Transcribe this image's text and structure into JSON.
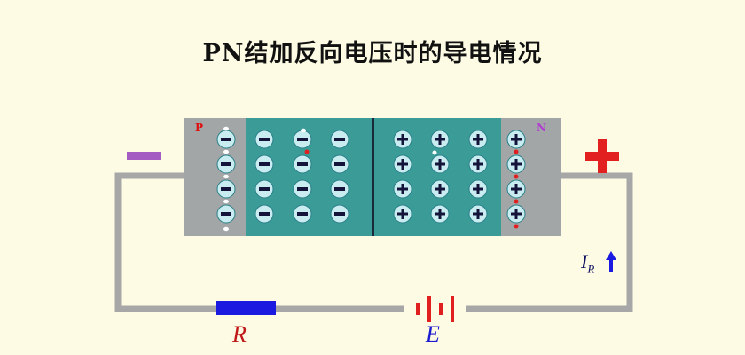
{
  "title": "PN结加反向电压时的导电情况",
  "labels": {
    "resistor": "R",
    "battery": "E",
    "current_main": "I",
    "current_sub": "R",
    "p_region": "P",
    "n_region": "N",
    "minus_terminal": "−",
    "plus_terminal": "+"
  },
  "colors": {
    "background": "#fdfbe3",
    "neutral_region": "#a2a6a6",
    "depletion_region": "#3b9b97",
    "wire": "#a7a7a7",
    "minus_terminal": "#a45cc2",
    "plus_terminal": "#e22020",
    "resistor": "#1a1ae0",
    "battery": "#e02020"
  },
  "icons": {
    "negative_ion": "minus-circle",
    "positive_ion": "plus-circle",
    "current_arrow": "arrow-up"
  }
}
